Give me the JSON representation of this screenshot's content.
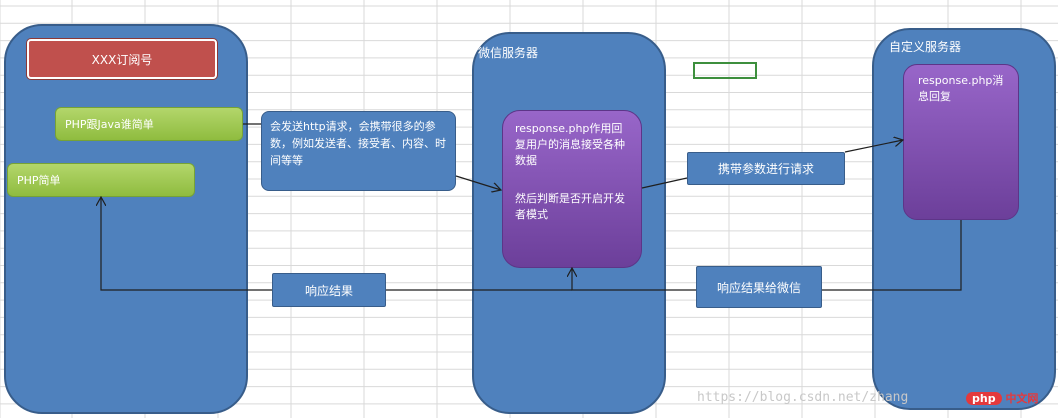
{
  "columns": {
    "left": {
      "title": ""
    },
    "middle": {
      "title": "微信服务器"
    },
    "right": {
      "title": "自定义服务器"
    }
  },
  "nodes": {
    "account": "XXX订阅号",
    "php_java": "PHP跟Java谁简单",
    "php_simple": "PHP简单",
    "send_note": "会发送http请求，会携带很多的参数，例如发送者、接受者、内容、时间等等",
    "wechat_response": "response.php作用回复用户的消息接受各种数据",
    "wechat_dev_mode": "然后判断是否开启开发者模式",
    "carry_params": "携带参数进行请求",
    "custom_response": "response.php消息回复",
    "response_result": "响应结果",
    "response_to_wechat": "响应结果给微信"
  },
  "watermark": "https://blog.csdn.net/zhang",
  "logo": {
    "php": "php",
    "cn": "中文网"
  },
  "colors": {
    "blue": "#4f81bd",
    "red": "#c0504d",
    "green": "#9bbb59",
    "purple": "#8064a2"
  }
}
